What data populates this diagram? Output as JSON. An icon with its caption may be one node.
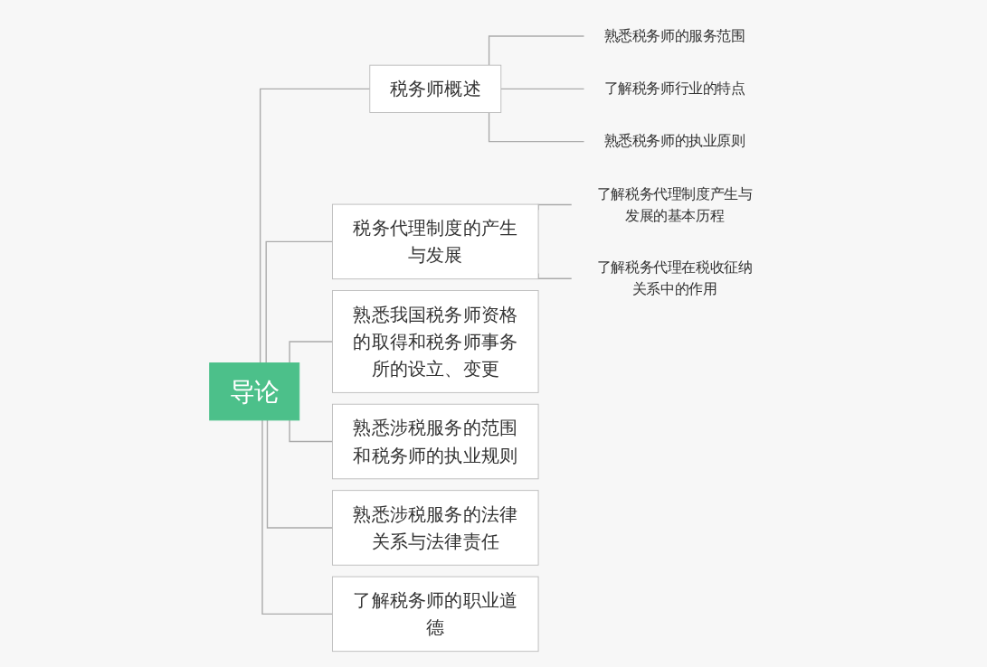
{
  "diagram": {
    "nodes": [
      {
        "text": [
          "导论"
        ]
      },
      {
        "text": [
          "税务师概述"
        ]
      },
      {
        "text": [
          "熟悉税务师的服务范围"
        ]
      },
      {
        "text": [
          "了解税务师行业的特点"
        ]
      },
      {
        "text": [
          "熟悉税务师的执业原则"
        ]
      },
      {
        "text": [
          "税务代理制度的产生与发展"
        ]
      },
      {
        "text": [
          "了解税务代理制度产生与发展的基本历程"
        ]
      },
      {
        "text": [
          "了解税务代理在税收征纳关系中的作用"
        ]
      },
      {
        "text": [
          "熟悉我国税务师资格的取得和税务师事务所的设立、变更"
        ]
      },
      {
        "text": [
          "熟悉涉税服务的范围和税务师的执业规则"
        ]
      },
      {
        "text": [
          "熟悉涉税服务的法律关系与法律责任"
        ]
      },
      {
        "text": [
          "了解税务师的职业道德"
        ]
      }
    ],
    "edges": [
      {
        "from": 0,
        "to": 1,
        "arrow": "none"
      },
      {
        "from": 1,
        "to": 2,
        "arrow": "none"
      },
      {
        "from": 1,
        "to": 3,
        "arrow": "none"
      },
      {
        "from": 1,
        "to": 4,
        "arrow": "none"
      },
      {
        "from": 0,
        "to": 5,
        "arrow": "none"
      },
      {
        "from": 5,
        "to": 6,
        "arrow": "none"
      },
      {
        "from": 5,
        "to": 7,
        "arrow": "none"
      },
      {
        "from": 0,
        "to": 8,
        "arrow": "none"
      },
      {
        "from": 0,
        "to": 9,
        "arrow": "none"
      },
      {
        "from": 0,
        "to": 10,
        "arrow": "none"
      },
      {
        "from": 0,
        "to": 11,
        "arrow": "none"
      }
    ]
  }
}
